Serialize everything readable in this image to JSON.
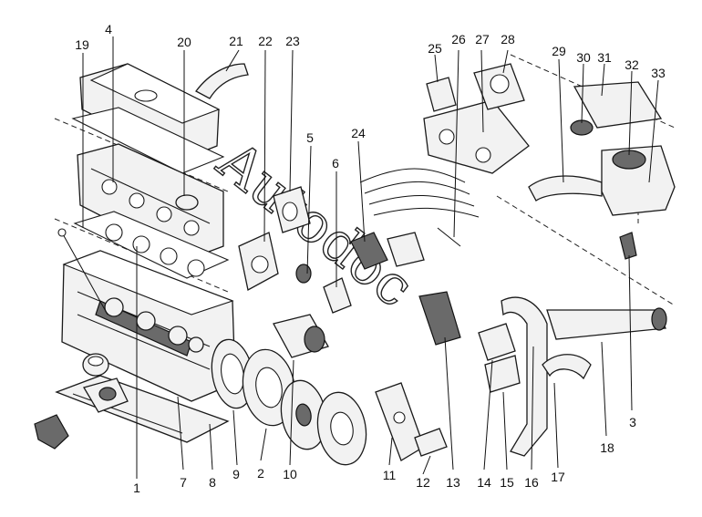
{
  "watermark": "Autodoc",
  "callouts": [
    {
      "id": "1",
      "label": "1"
    },
    {
      "id": "2",
      "label": "2"
    },
    {
      "id": "3",
      "label": "3"
    },
    {
      "id": "4",
      "label": "4"
    },
    {
      "id": "5",
      "label": "5"
    },
    {
      "id": "6",
      "label": "6"
    },
    {
      "id": "7",
      "label": "7"
    },
    {
      "id": "8",
      "label": "8"
    },
    {
      "id": "9",
      "label": "9"
    },
    {
      "id": "10",
      "label": "10"
    },
    {
      "id": "11",
      "label": "11"
    },
    {
      "id": "12",
      "label": "12"
    },
    {
      "id": "13",
      "label": "13"
    },
    {
      "id": "14",
      "label": "14"
    },
    {
      "id": "15",
      "label": "15"
    },
    {
      "id": "16",
      "label": "16"
    },
    {
      "id": "17",
      "label": "17"
    },
    {
      "id": "18",
      "label": "18"
    },
    {
      "id": "19",
      "label": "19"
    },
    {
      "id": "20",
      "label": "20"
    },
    {
      "id": "21",
      "label": "21"
    },
    {
      "id": "22",
      "label": "22"
    },
    {
      "id": "23",
      "label": "23"
    },
    {
      "id": "24",
      "label": "24"
    },
    {
      "id": "25",
      "label": "25"
    },
    {
      "id": "26",
      "label": "26"
    },
    {
      "id": "27",
      "label": "27"
    },
    {
      "id": "28",
      "label": "28"
    },
    {
      "id": "29",
      "label": "29"
    },
    {
      "id": "30",
      "label": "30"
    },
    {
      "id": "31",
      "label": "31"
    },
    {
      "id": "32",
      "label": "32"
    },
    {
      "id": "33",
      "label": "33"
    }
  ]
}
